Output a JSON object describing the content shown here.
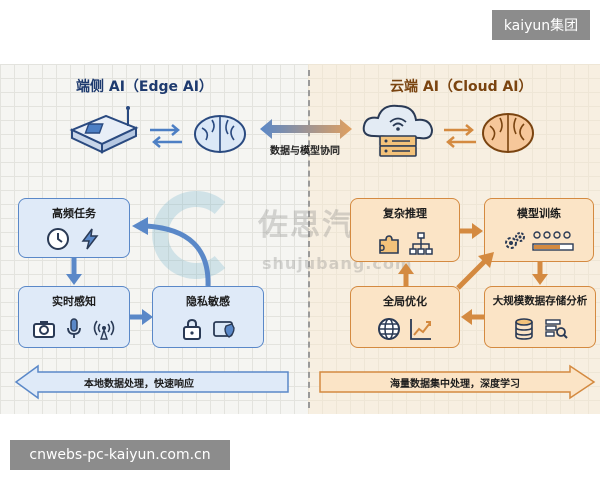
{
  "watermark_badge": "kaiyun集团",
  "footer_url": "cnwebs-pc-kaiyun.com.cn",
  "left": {
    "title": "端侧 AI（Edge AI）",
    "box_high_freq": "高频任务",
    "box_realtime": "实时感知",
    "box_privacy": "隐私敏感",
    "band": "本地数据处理，快速响应"
  },
  "center": {
    "sync_label": "数据与模型协同",
    "wm_main": "佐思汽研",
    "wm_sub": "shujubang.com"
  },
  "right": {
    "title": "云端 AI（Cloud AI）",
    "box_complex": "复杂推理",
    "box_training": "模型训练",
    "box_global": "全局优化",
    "box_storage": "大规模数据存储分析",
    "band": "海量数据集中处理，深度学习"
  },
  "colors": {
    "edge_blue": "#5a88c8",
    "cloud_orange": "#d48a40"
  }
}
